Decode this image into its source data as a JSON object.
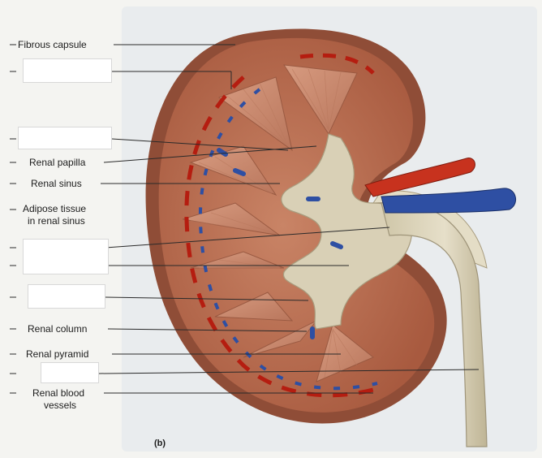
{
  "labels": {
    "fibrous_capsule": "Fibrous capsule",
    "renal_papilla": "Renal papilla",
    "renal_sinus": "Renal sinus",
    "adipose_line1": "Adipose tissue",
    "adipose_line2": "in renal sinus",
    "renal_column": "Renal column",
    "renal_pyramid": "Renal pyramid",
    "blood_line1": "Renal blood",
    "blood_line2": "vessels"
  },
  "figure_tag": "(b)",
  "blank_boxes": 6,
  "colors": {
    "cortex": "#b86a4e",
    "medulla": "#c98c70",
    "pelvis": "#dcd4bc",
    "artery": "#c7321e",
    "vein": "#2e4fa3"
  }
}
